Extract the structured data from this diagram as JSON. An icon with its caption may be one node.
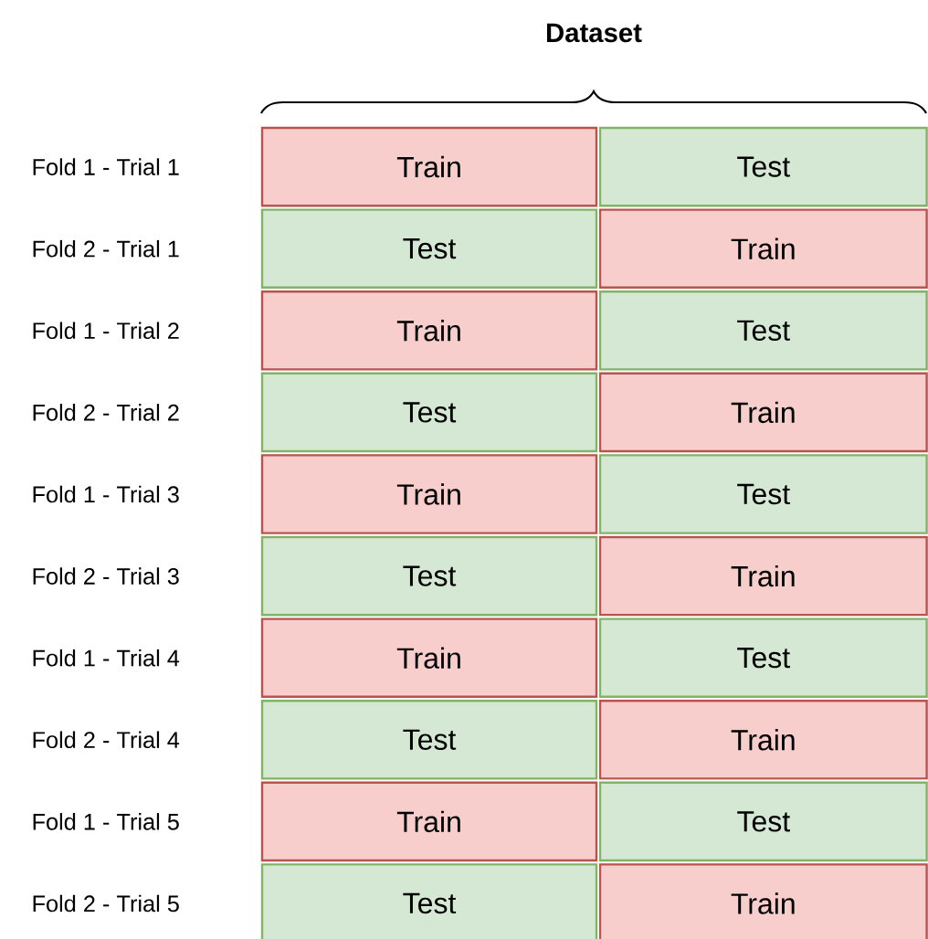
{
  "diagram": {
    "title": "Dataset",
    "nodes": [
      {
        "text": [
          "Train"
        ]
      },
      {
        "text": [
          "Test"
        ]
      },
      {
        "text": [
          "Test"
        ]
      },
      {
        "text": [
          "Train"
        ]
      },
      {
        "text": [
          "Train"
        ]
      },
      {
        "text": [
          "Test"
        ]
      },
      {
        "text": [
          "Test"
        ]
      },
      {
        "text": [
          "Train"
        ]
      },
      {
        "text": [
          "Train"
        ]
      },
      {
        "text": [
          "Test"
        ]
      },
      {
        "text": [
          "Test"
        ]
      },
      {
        "text": [
          "Train"
        ]
      },
      {
        "text": [
          "Train"
        ]
      },
      {
        "text": [
          "Test"
        ]
      },
      {
        "text": [
          "Test"
        ]
      },
      {
        "text": [
          "Train"
        ]
      },
      {
        "text": [
          "Train"
        ]
      },
      {
        "text": [
          "Test"
        ]
      },
      {
        "text": [
          "Test"
        ]
      },
      {
        "text": [
          "Train"
        ]
      }
    ],
    "labels": [
      "Fold 1 - Trial 1",
      "Fold 2 - Trial 1",
      "Fold 1 - Trial 2",
      "Fold 2 - Trial 2",
      "Fold 1 - Trial 3",
      "Fold 2 - Trial 3",
      "Fold 1 - Trial 4",
      "Fold 2 - Trial 4",
      "Fold 1 - Trial 5",
      "Fold 2 - Trial 5"
    ]
  }
}
